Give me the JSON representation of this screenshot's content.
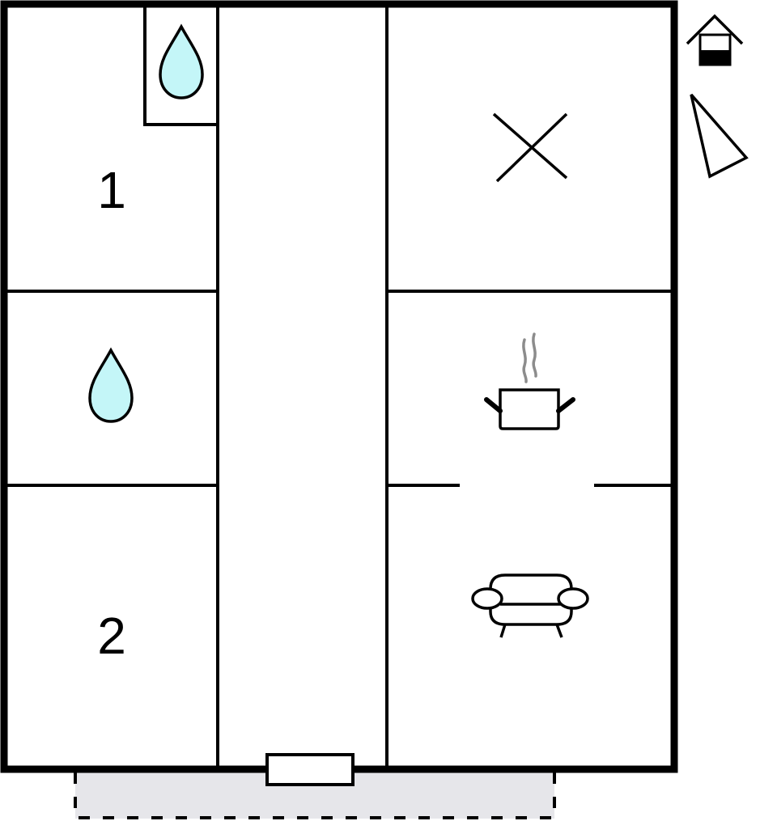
{
  "floorplan": {
    "type": "floor-plan",
    "rooms": [
      {
        "id": "bedroom-1",
        "label": "1",
        "kind": "bedroom"
      },
      {
        "id": "bathroom-top",
        "label": "",
        "kind": "bathroom",
        "icon": "water-drop-icon"
      },
      {
        "id": "bathroom-middle",
        "label": "",
        "kind": "bathroom",
        "icon": "water-drop-icon"
      },
      {
        "id": "bedroom-2",
        "label": "2",
        "kind": "bedroom"
      },
      {
        "id": "hallway",
        "label": "",
        "kind": "hallway"
      },
      {
        "id": "unused-room",
        "label": "",
        "kind": "other",
        "icon": "cross-icon"
      },
      {
        "id": "kitchen",
        "label": "",
        "kind": "kitchen",
        "icon": "cooking-pot-icon"
      },
      {
        "id": "living-room",
        "label": "",
        "kind": "living-room",
        "icon": "armchair-icon"
      }
    ],
    "entrance": {
      "kind": "door",
      "icon": "entrance-door"
    },
    "terrace": {
      "kind": "terrace",
      "style": "dashed",
      "fill": "#e6e6ea"
    },
    "legend": {
      "floor_icon": "house-ground-floor-icon",
      "orientation_icon": "compass-north-arrow-icon"
    },
    "colors": {
      "wall": "#000000",
      "water": "#c4f6f8",
      "steam": "#8c8c8c",
      "terrace_fill": "#e6e6ea"
    }
  }
}
